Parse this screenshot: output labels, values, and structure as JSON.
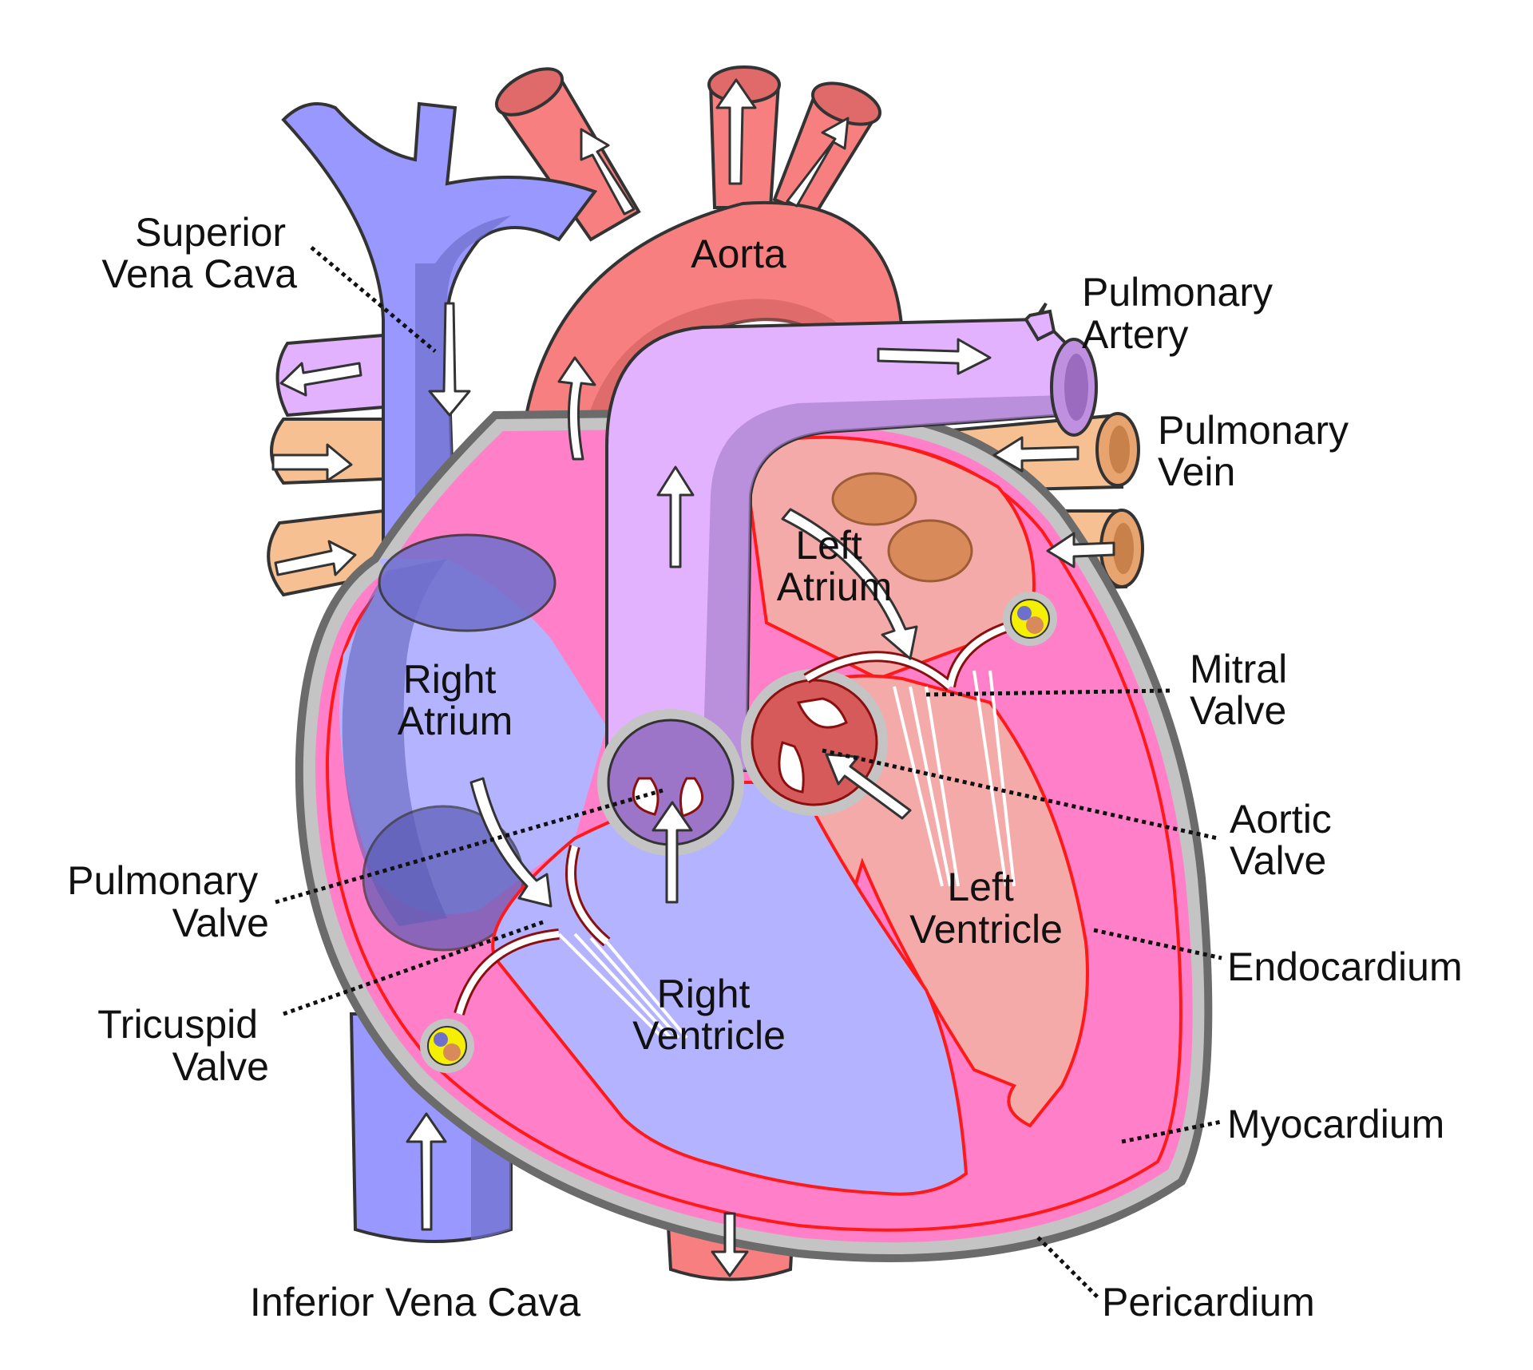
{
  "colors": {
    "vena_cava": "#9898ff",
    "vena_cava_shade": "#6f6fcc",
    "right_heart": "#b3b3ff",
    "aorta": "#f77f7f",
    "aorta_shade": "#cc5b5b",
    "pulmonary_artery": "#e3b2ff",
    "pulmonary_artery_shade": "#a880cc",
    "pulmonary_vein": "#f6c093",
    "myocardium": "#ff80c8",
    "left_heart": "#f5aaaa",
    "pericardium": "#c4c4c4",
    "pericardium_edge": "#6b6b6b",
    "endocardium": "#ff1a1a",
    "node_yellow": "#f5f000"
  },
  "labels": {
    "superior_vena_cava": [
      "Superior",
      "Vena Cava"
    ],
    "aorta": [
      "Aorta"
    ],
    "pulmonary_artery": [
      "Pulmonary",
      "Artery"
    ],
    "pulmonary_vein": [
      "Pulmonary",
      "Vein"
    ],
    "left_atrium": [
      "Left",
      "Atrium"
    ],
    "right_atrium": [
      "Right",
      "Atrium"
    ],
    "mitral_valve": [
      "Mitral",
      "Valve"
    ],
    "aortic_valve": [
      "Aortic",
      "Valve"
    ],
    "pulmonary_valve": [
      "Pulmonary",
      "Valve"
    ],
    "left_ventricle": [
      "Left",
      "Ventricle"
    ],
    "endocardium": [
      "Endocardium"
    ],
    "tricuspid_valve": [
      "Tricuspid",
      "Valve"
    ],
    "right_ventricle": [
      "Right",
      "Ventricle"
    ],
    "myocardium": [
      "Myocardium"
    ],
    "inferior_vena_cava": [
      "Inferior Vena Cava"
    ],
    "pericardium": [
      "Pericardium"
    ]
  }
}
